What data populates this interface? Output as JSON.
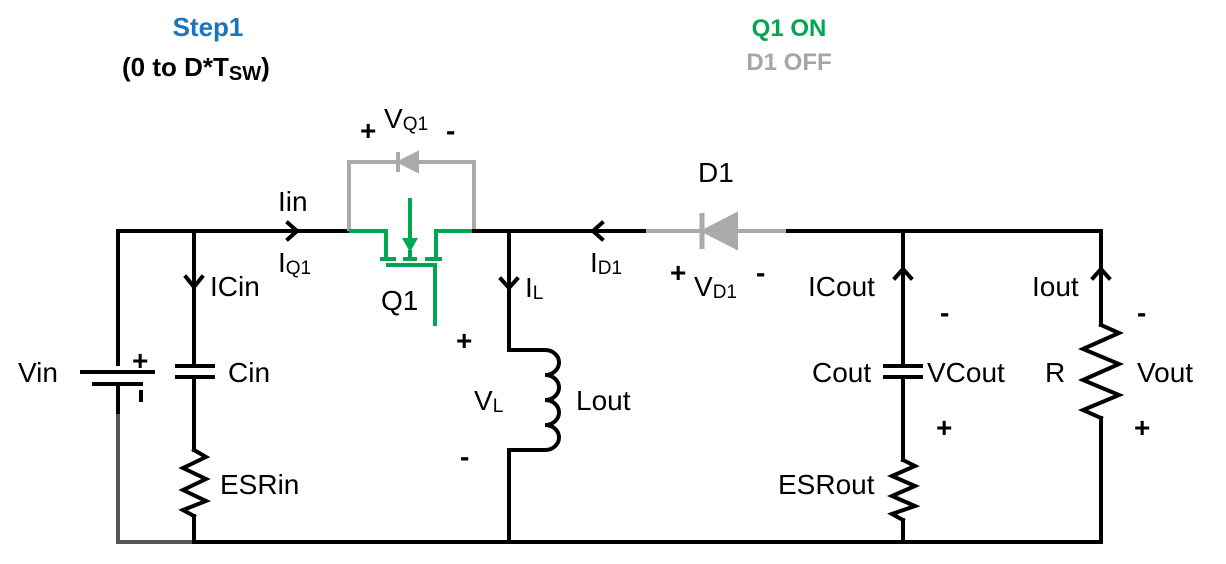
{
  "header": {
    "step_title": "Step1",
    "interval_prefix": "(0 to D*T",
    "interval_sub": "SW",
    "interval_suffix": ")",
    "q1_state": "Q1 ON",
    "d1_state": "D1 OFF"
  },
  "colors": {
    "step_title": "#1a75bc",
    "active": "#00a650",
    "inactive": "#a6a6a6",
    "wire": "#000000"
  },
  "components": {
    "vin": "Vin",
    "cin": "Cin",
    "esrin": "ESRin",
    "q1": "Q1",
    "lout": "Lout",
    "d1": "D1",
    "cout": "Cout",
    "esrout": "ESRout",
    "r": "R"
  },
  "currents": {
    "iin": "Iin",
    "iq1_main": "I",
    "iq1_sub": "Q1",
    "icin": "ICin",
    "il_main": "I",
    "il_sub": "L",
    "id1_main": "I",
    "id1_sub": "D1",
    "icout": "ICout",
    "iout": "Iout"
  },
  "voltages": {
    "vq1_main": "V",
    "vq1_sub": "Q1",
    "vl_main": "V",
    "vl_sub": "L",
    "vd1_main": "V",
    "vd1_sub": "D1",
    "vcout": "VCout",
    "vout": "Vout"
  },
  "signs": {
    "plus": "+",
    "minus": "-"
  }
}
